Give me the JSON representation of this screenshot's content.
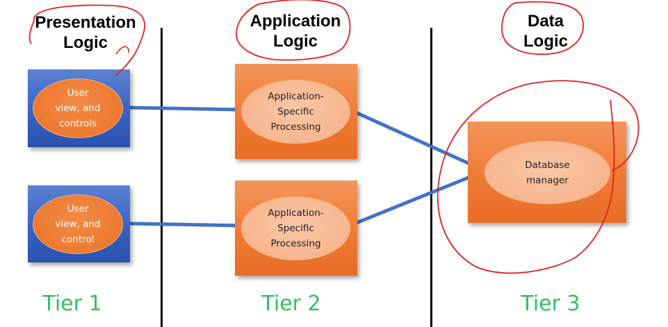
{
  "headings": {
    "presentation": {
      "line1": "Presentation",
      "line2": "Logic"
    },
    "application": {
      "line1": "Application",
      "line2": "Logic"
    },
    "data": {
      "line1": "Data",
      "line2": "Logic"
    }
  },
  "tier1": {
    "client_top": "User\nview, and\ncontrols",
    "client_bottom": "User\nview, and\ncontrol",
    "label": "Tier 1"
  },
  "tier2": {
    "server_top": "Application-\nSpecific\nProcessing",
    "server_bottom": "Application-\nSpecific\nProcessing",
    "label": "Tier 2"
  },
  "tier3": {
    "database": "Database\nmanager",
    "label": "Tier 3"
  },
  "colors": {
    "client_box": "#3560c0",
    "server_box": "#ef7b34",
    "connector": "#4472c4",
    "annotation": "#e02020",
    "tier_label": "#2ec25d"
  }
}
